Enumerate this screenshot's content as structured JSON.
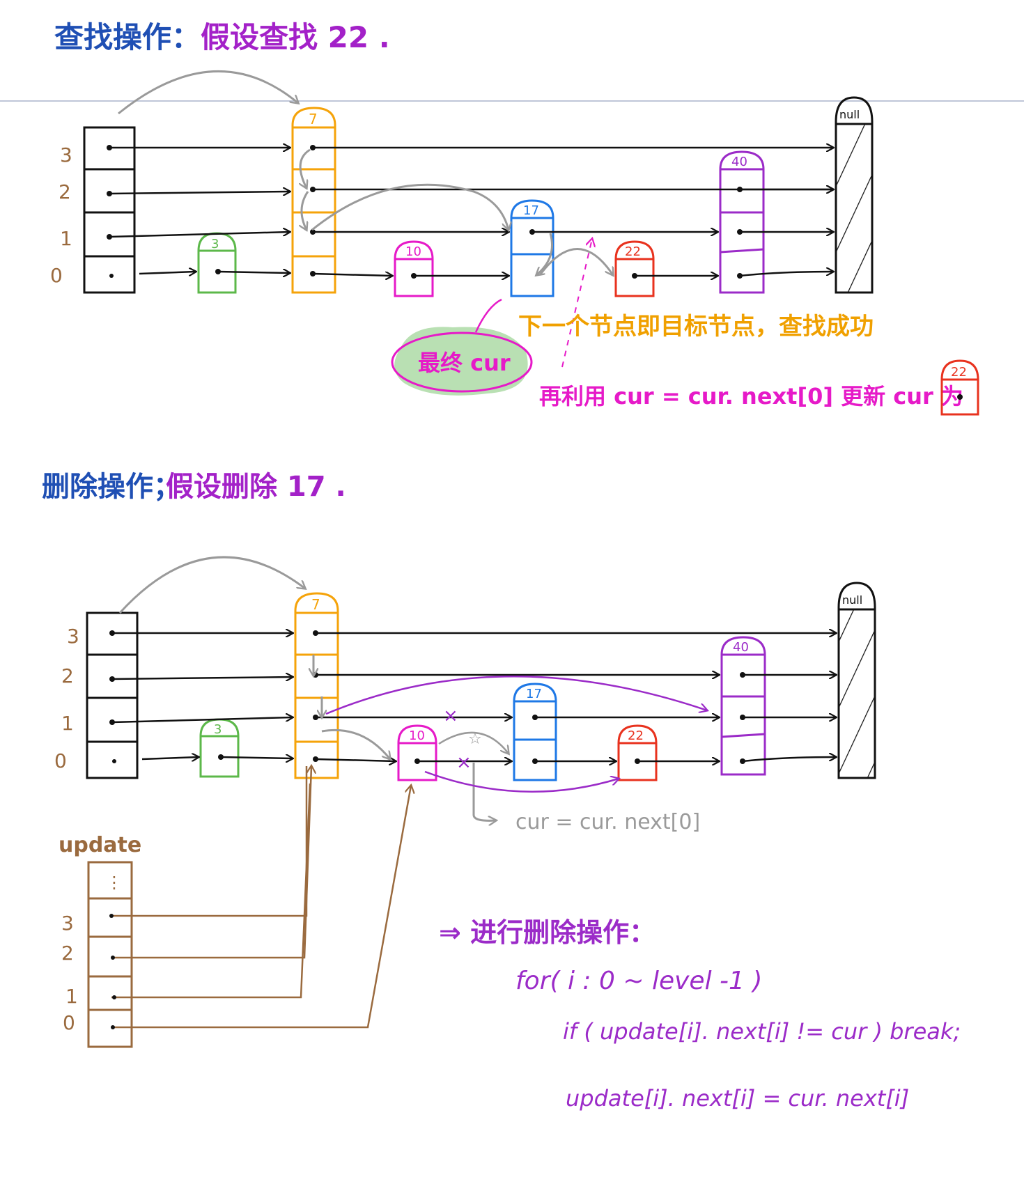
{
  "colors": {
    "black": "#111111",
    "orange": "#f5a30a",
    "green": "#5cb84a",
    "magenta": "#e61ac8",
    "blue": "#1e78e6",
    "red": "#e8321e",
    "purple": "#9b2bc8",
    "gray": "#9a9a9a",
    "brown": "#9a6a3e",
    "title_blue": "#1f4fb4",
    "title_purple": "#a321c8",
    "note_orange": "#f0a000",
    "highlight_green": "#a8d8a0",
    "rule": "#aab4cc"
  },
  "search": {
    "title_label": "查找操作：",
    "title_text": "假设查找 22 .",
    "levels": [
      "3",
      "2",
      "1",
      "0"
    ],
    "nodes": {
      "n3": "3",
      "n7": "7",
      "n10": "10",
      "n17": "17",
      "n22": "22",
      "n40": "40",
      "null": "null"
    },
    "final_cur": "最终 cur",
    "note_next": "下一个节点即目标节点，查找成功",
    "note_update": "再利用 cur = cur. next[0] 更新 cur 为",
    "result_node": "22"
  },
  "delete": {
    "title_label": "删除操作；",
    "title_text": "假设删除 17 .",
    "levels": [
      "3",
      "2",
      "1",
      "0"
    ],
    "nodes": {
      "n3": "3",
      "n7": "7",
      "n10": "10",
      "n17": "17",
      "n22": "22",
      "n40": "40",
      "null": "null"
    },
    "cur_note": "cur = cur. next[0]",
    "update_label": "update",
    "update_dots": "⋮",
    "update_levels": [
      "3",
      "2",
      "1",
      "0"
    ],
    "x_mark": "×",
    "star_mark": "☆"
  },
  "code": {
    "heading": "⇒ 进行删除操作：",
    "line1": "for( i : 0 ~ level -1 )",
    "line2": "if ( update[i]. next[i] != cur )  break;",
    "line3": "update[i]. next[i] = cur. next[i]"
  }
}
